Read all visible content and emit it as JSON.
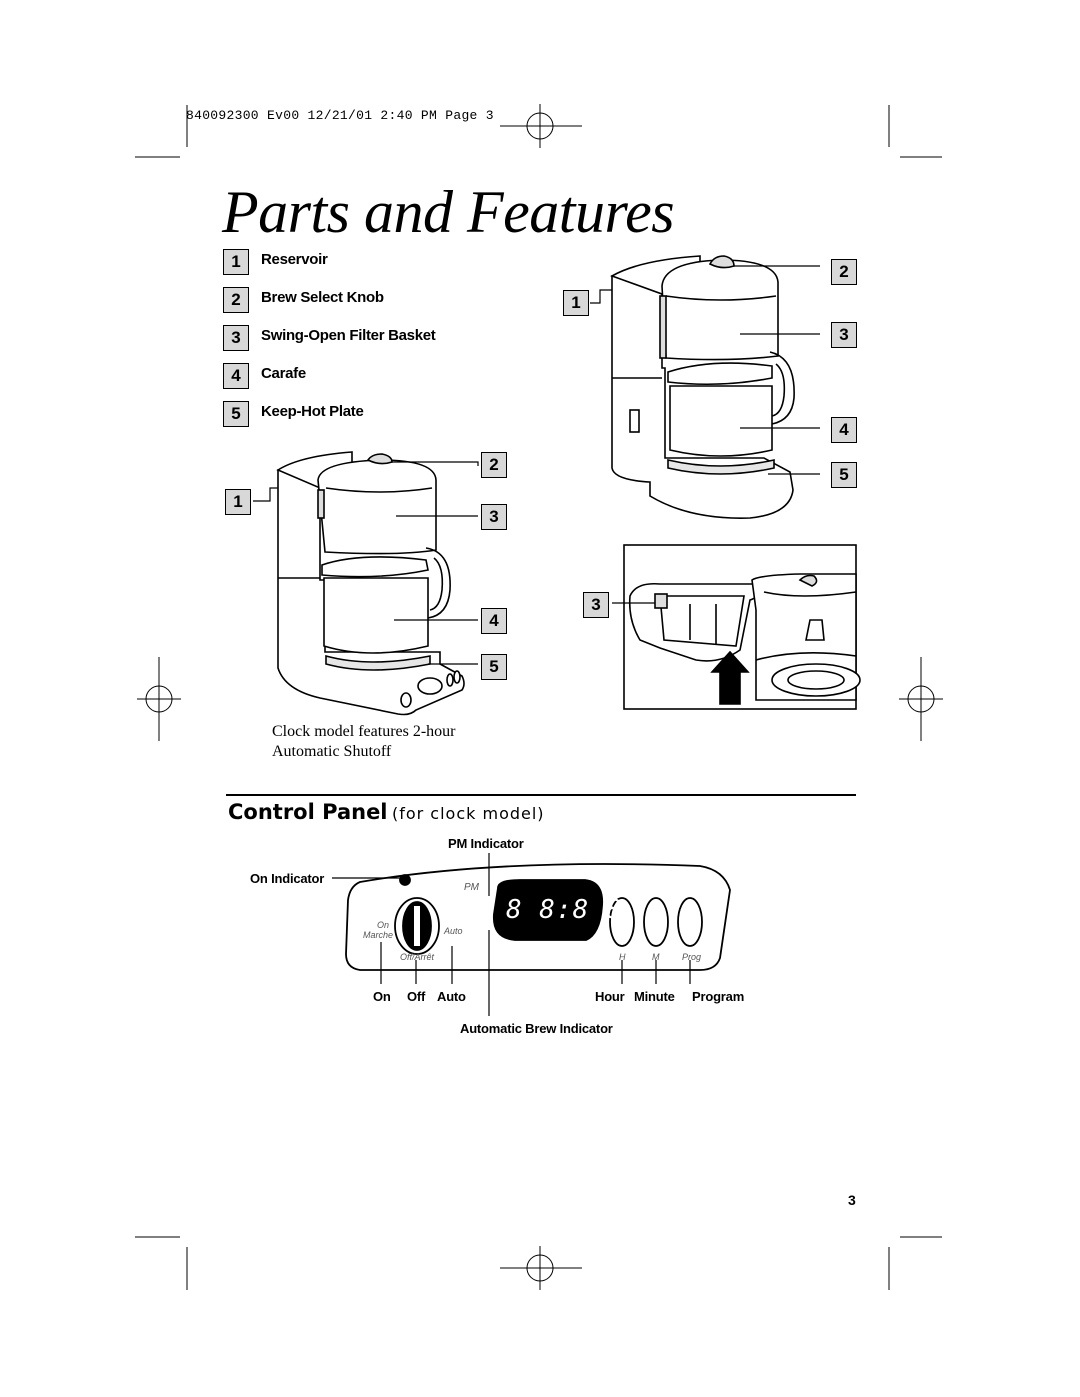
{
  "slug": "840092300 Ev00  12/21/01  2:40 PM  Page 3",
  "title": "Parts and Features",
  "parts": [
    {
      "num": "1",
      "label": "Reservoir"
    },
    {
      "num": "2",
      "label": "Brew Select Knob"
    },
    {
      "num": "3",
      "label": "Swing-Open Filter Basket"
    },
    {
      "num": "4",
      "label": "Carafe"
    },
    {
      "num": "5",
      "label": "Keep-Hot Plate"
    }
  ],
  "callouts": {
    "c1": "1",
    "c2": "2",
    "c3": "3",
    "c4": "4",
    "c5": "5"
  },
  "caption": "Clock model features 2-hour Automatic Shutoff",
  "control_panel": {
    "heading": "Control Panel",
    "subheading": "(for clock model)",
    "pm_indicator": "PM Indicator",
    "on_indicator": "On Indicator",
    "automatic_brew_indicator": "Automatic Brew Indicator",
    "bottom_labels": {
      "on": "On",
      "off": "Off",
      "auto": "Auto",
      "hour": "Hour",
      "minute": "Minute",
      "program": "Program"
    },
    "panel_text": {
      "pm": "PM",
      "on": "On",
      "marche": "Marche",
      "auto": "Auto",
      "off_arret": "Off/Arrêt",
      "h": "H",
      "m": "M",
      "prog": "Prog",
      "display": "8 8:8 8"
    }
  },
  "page_number": "3"
}
